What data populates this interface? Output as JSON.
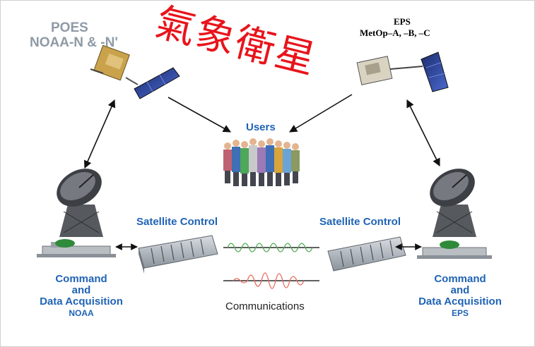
{
  "title_cn": "氣象衛星",
  "noaa_satellite": {
    "line1": "POES",
    "line2": "NOAA-N & -N'"
  },
  "eps_satellite": {
    "line1": "EPS",
    "line2": "MetOp–A, –B, –C"
  },
  "users_label": "Users",
  "satellite_control_left": "Satellite Control",
  "satellite_control_right": "Satellite Control",
  "communications_label": "Communications",
  "command_left": {
    "line1": "Command",
    "line2": "and",
    "line3": "Data Acquisition",
    "agency": "NOAA"
  },
  "command_right": {
    "line1": "Command",
    "line2": "and",
    "line3": "Data Acquisition",
    "agency": "EPS"
  },
  "colors": {
    "title": "#e8141b",
    "label_blue": "#1f63b5",
    "label_gray": "#8f9aa6",
    "wave_green": "#4caf50",
    "wave_red": "#e86a5a"
  }
}
